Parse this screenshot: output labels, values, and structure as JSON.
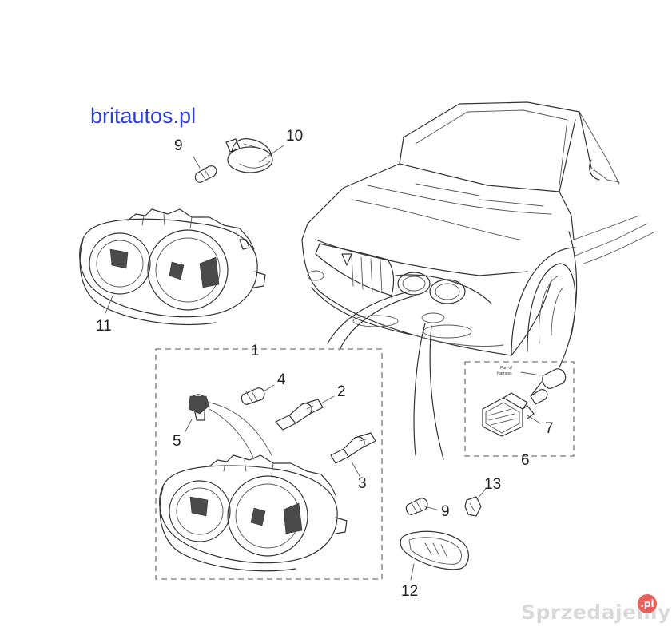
{
  "watermark_top": "britautos.pl",
  "watermark_bottom": "Sprzedajemy",
  "watermark_badge": ".pl",
  "part_note": [
    "Part of",
    "Harness"
  ],
  "callouts": {
    "c1": "1",
    "c2": "2",
    "c3": "3",
    "c4": "4",
    "c5": "5",
    "c6": "6",
    "c7": "7",
    "c9a": "9",
    "c9b": "9",
    "c10": "10",
    "c11": "11",
    "c12": "12",
    "c13": "13"
  }
}
